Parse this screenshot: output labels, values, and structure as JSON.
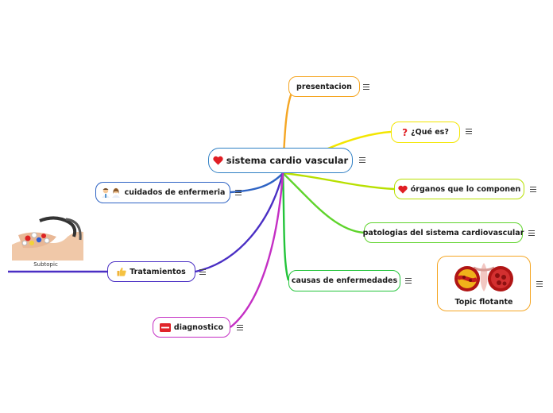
{
  "central": {
    "label": "sistema cardio vascular",
    "icon": "heart-icon",
    "color": "#2f7fc4"
  },
  "topics": {
    "presentacion": {
      "label": "presentacion",
      "color": "#f5a623"
    },
    "que_es": {
      "label": "¿Qué es?",
      "icon": "question-icon",
      "color": "#f3e600"
    },
    "organos": {
      "label": "órganos que lo componen",
      "icon": "heart-icon",
      "color": "#b8e000"
    },
    "patologias": {
      "label": "patologias del sistema cardiovascular",
      "color": "#5fd42c"
    },
    "causas": {
      "label": "causas de enfermedades",
      "color": "#23c43a"
    },
    "cuidados": {
      "label": "cuidados de enfermeria",
      "icon": "nurse-doctor-icon",
      "color": "#2f64c4"
    },
    "tratamientos": {
      "label": "Tratamientos",
      "icon": "thumbs-up-icon",
      "color": "#4a2fc4"
    },
    "diagnostico": {
      "label": "diagnostico",
      "icon": "sos-icon",
      "color": "#c42fc4"
    }
  },
  "floating": {
    "label": "Topic flotante",
    "image": "heart-artery-image",
    "color": "#f5a623"
  },
  "subtopic": {
    "label": "Subtopic",
    "image": "blood-pressure-pills-image",
    "color": "#4a2fc4"
  },
  "menu_icon": "hamburger-menu-icon"
}
